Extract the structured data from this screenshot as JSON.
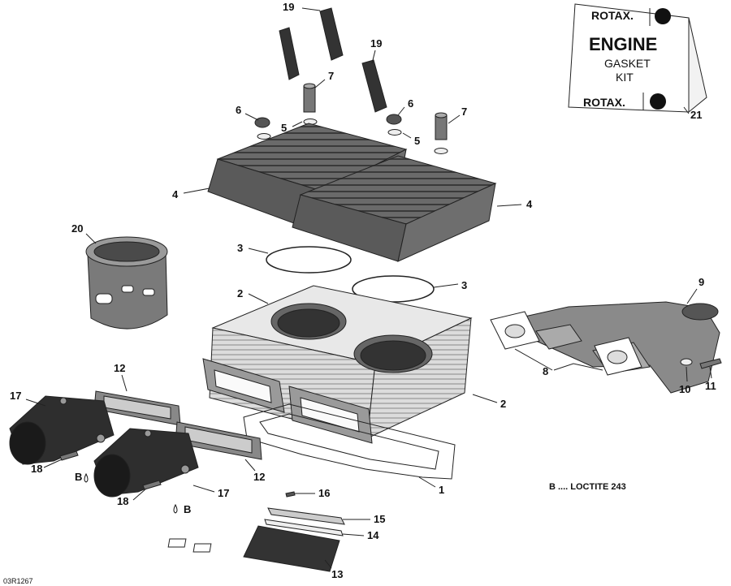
{
  "diagram": {
    "drawing_code": "03R1267",
    "note": "B .... LOCTITE 243",
    "loctite_marker": "B",
    "kit": {
      "brand_top": "ROTAX.",
      "title": "ENGINE",
      "line1": "GASKET",
      "line2": "KIT",
      "brand_bottom": "ROTAX."
    },
    "callouts": {
      "c1": "1",
      "c2a": "2",
      "c2b": "2",
      "c3a": "3",
      "c3b": "3",
      "c4a": "4",
      "c4b": "4",
      "c5a": "5",
      "c5b": "5",
      "c6a": "6",
      "c6b": "6",
      "c7a": "7",
      "c7b": "7",
      "c8": "8",
      "c9": "9",
      "c10": "10",
      "c11": "11",
      "c12a": "12",
      "c12b": "12",
      "c13": "13",
      "c14": "14",
      "c15": "15",
      "c16": "16",
      "c17a": "17",
      "c17b": "17",
      "c18a": "18",
      "c18b": "18",
      "c19a": "19",
      "c19b": "19",
      "c20": "20",
      "c21": "21"
    },
    "colors": {
      "part_dark": "#555555",
      "part_mid": "#8a8a8a",
      "part_light": "#d9d9d9",
      "line": "#222222"
    }
  }
}
